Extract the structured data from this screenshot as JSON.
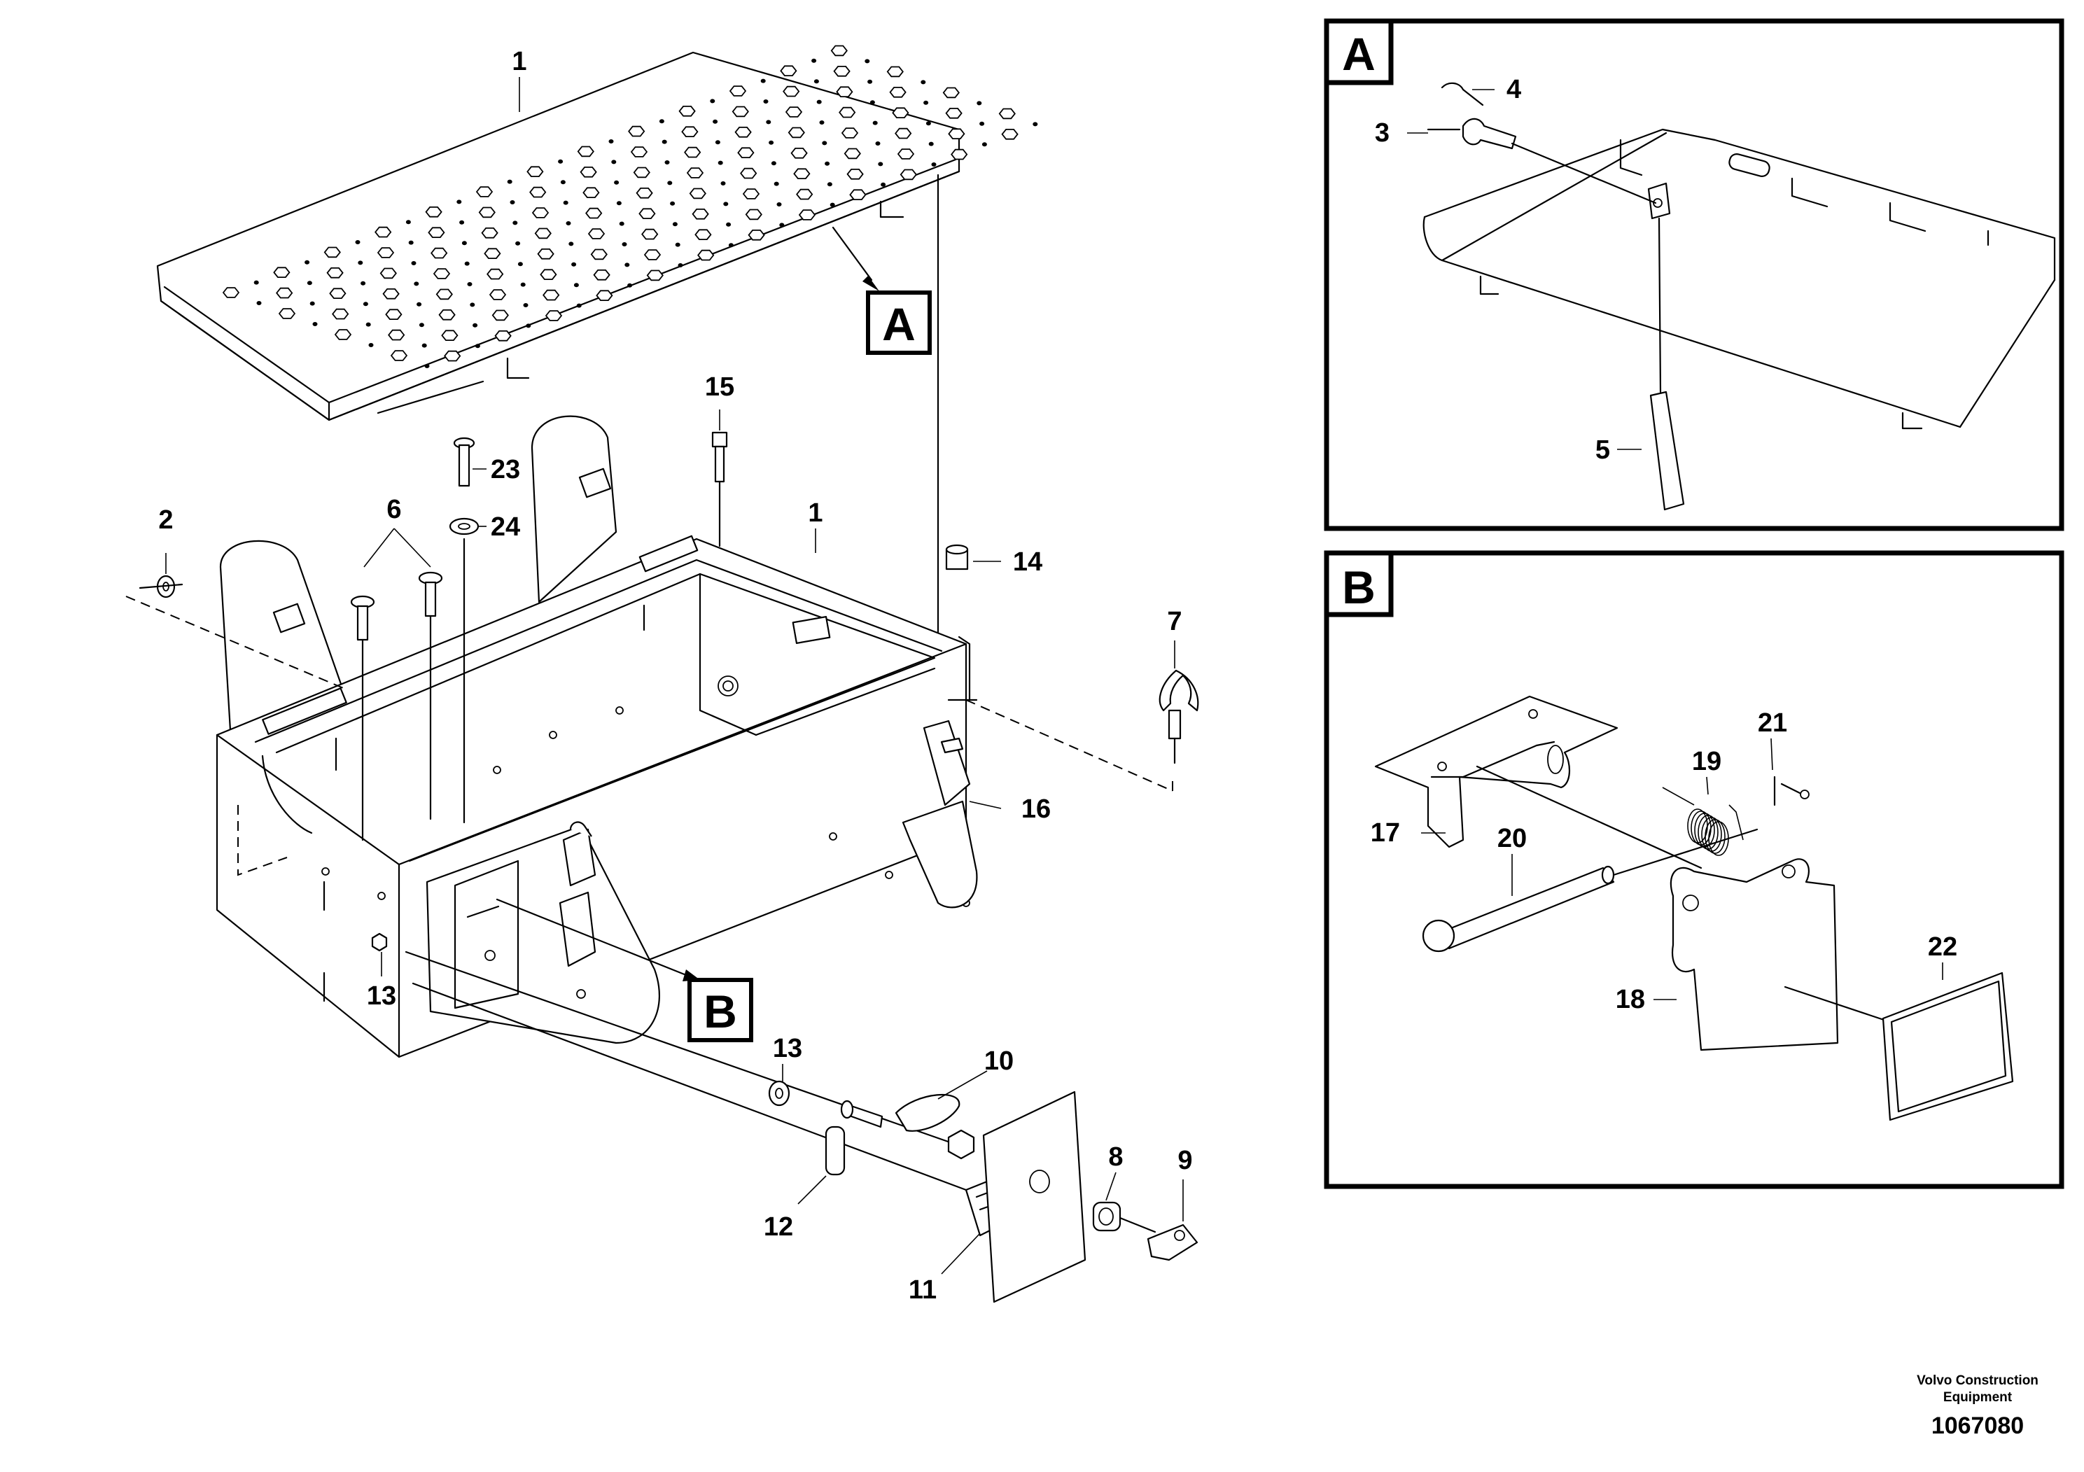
{
  "callouts": {
    "main": [
      "1",
      "1",
      "2",
      "6",
      "7",
      "8",
      "9",
      "10",
      "11",
      "12",
      "13",
      "13",
      "14",
      "15",
      "16",
      "23",
      "24"
    ],
    "detail_a": [
      "3",
      "4",
      "5"
    ],
    "detail_b": [
      "17",
      "18",
      "19",
      "20",
      "21",
      "22"
    ]
  },
  "view_tags": {
    "a": "A",
    "b": "B"
  },
  "footer": {
    "brand_line1": "Volvo Construction",
    "brand_line2": "Equipment",
    "drawing_number": "1067080"
  },
  "icons": [
    "hex-perforated-plate",
    "toolbox",
    "latch",
    "pin",
    "spring"
  ]
}
